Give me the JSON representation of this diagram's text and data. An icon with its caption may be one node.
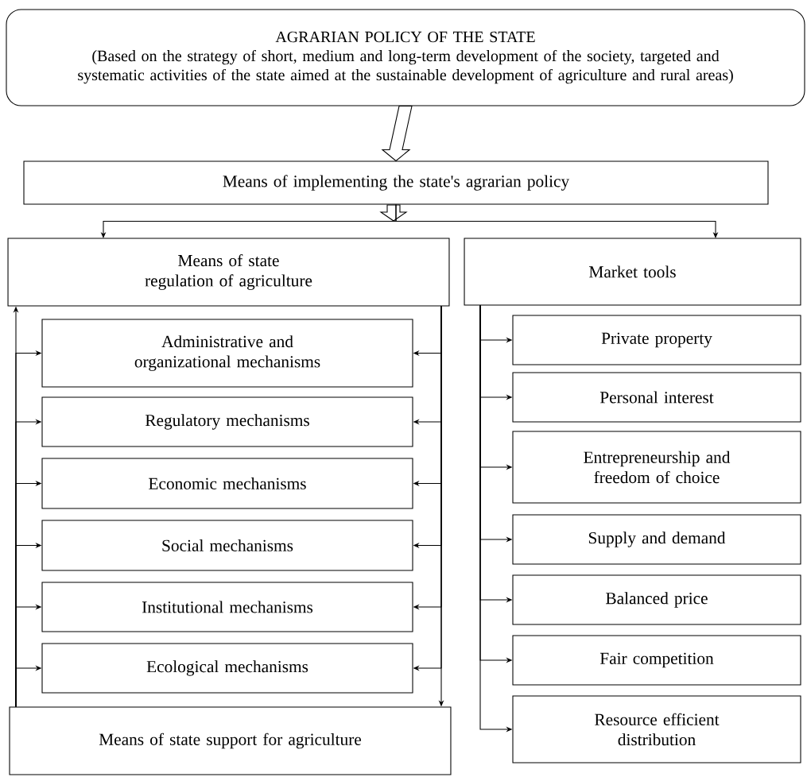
{
  "diagram": {
    "nodes": [
      {
        "text": [
          "AGRARIAN POLICY OF THE STATE",
          "(Based on the strategy of short, medium and long-term development of the society, targeted and systematic activities of the state aimed at the sustainable development of agriculture and rural areas)"
        ]
      },
      {
        "text": [
          "Means of implementing the state's agrarian policy"
        ]
      },
      {
        "text": [
          "Means of state regulation of agriculture"
        ]
      },
      {
        "text": [
          "Market tools"
        ]
      },
      {
        "text": [
          "Administrative and organizational mechanisms"
        ]
      },
      {
        "text": [
          "Regulatory mechanisms"
        ]
      },
      {
        "text": [
          "Economic mechanisms"
        ]
      },
      {
        "text": [
          "Social mechanisms"
        ]
      },
      {
        "text": [
          "Institutional mechanisms"
        ]
      },
      {
        "text": [
          "Ecological mechanisms"
        ]
      },
      {
        "text": [
          "Means of state support for agriculture"
        ]
      },
      {
        "text": [
          "Private property"
        ]
      },
      {
        "text": [
          "Personal interest"
        ]
      },
      {
        "text": [
          "Entrepreneurship and freedom of choice"
        ]
      },
      {
        "text": [
          "Supply and demand"
        ]
      },
      {
        "text": [
          "Balanced price"
        ]
      },
      {
        "text": [
          "Fair competition"
        ]
      },
      {
        "text": [
          "Resource efficient distribution"
        ]
      }
    ],
    "edges": [
      {
        "from": 0,
        "to": 1,
        "arrow": "to",
        "style": "thick"
      },
      {
        "from": 1,
        "to": 2,
        "arrow": "to"
      },
      {
        "from": 1,
        "to": 3,
        "arrow": "to"
      },
      {
        "from": 10,
        "to": 2,
        "arrow": "to"
      },
      {
        "from": 10,
        "to": 4,
        "arrow": "to"
      },
      {
        "from": 10,
        "to": 5,
        "arrow": "to"
      },
      {
        "from": 10,
        "to": 6,
        "arrow": "to"
      },
      {
        "from": 10,
        "to": 7,
        "arrow": "to"
      },
      {
        "from": 10,
        "to": 8,
        "arrow": "to"
      },
      {
        "from": 10,
        "to": 9,
        "arrow": "to"
      },
      {
        "from": 2,
        "to": 10,
        "arrow": "to"
      },
      {
        "from": 2,
        "to": 4,
        "arrow": "to"
      },
      {
        "from": 2,
        "to": 5,
        "arrow": "to"
      },
      {
        "from": 2,
        "to": 6,
        "arrow": "to"
      },
      {
        "from": 2,
        "to": 7,
        "arrow": "to"
      },
      {
        "from": 2,
        "to": 8,
        "arrow": "to"
      },
      {
        "from": 2,
        "to": 9,
        "arrow": "to"
      },
      {
        "from": 3,
        "to": 11,
        "arrow": "to"
      },
      {
        "from": 3,
        "to": 12,
        "arrow": "to"
      },
      {
        "from": 3,
        "to": 13,
        "arrow": "to"
      },
      {
        "from": 3,
        "to": 14,
        "arrow": "to"
      },
      {
        "from": 3,
        "to": 15,
        "arrow": "to"
      },
      {
        "from": 3,
        "to": 16,
        "arrow": "to"
      },
      {
        "from": 3,
        "to": 17,
        "arrow": "to"
      }
    ]
  }
}
